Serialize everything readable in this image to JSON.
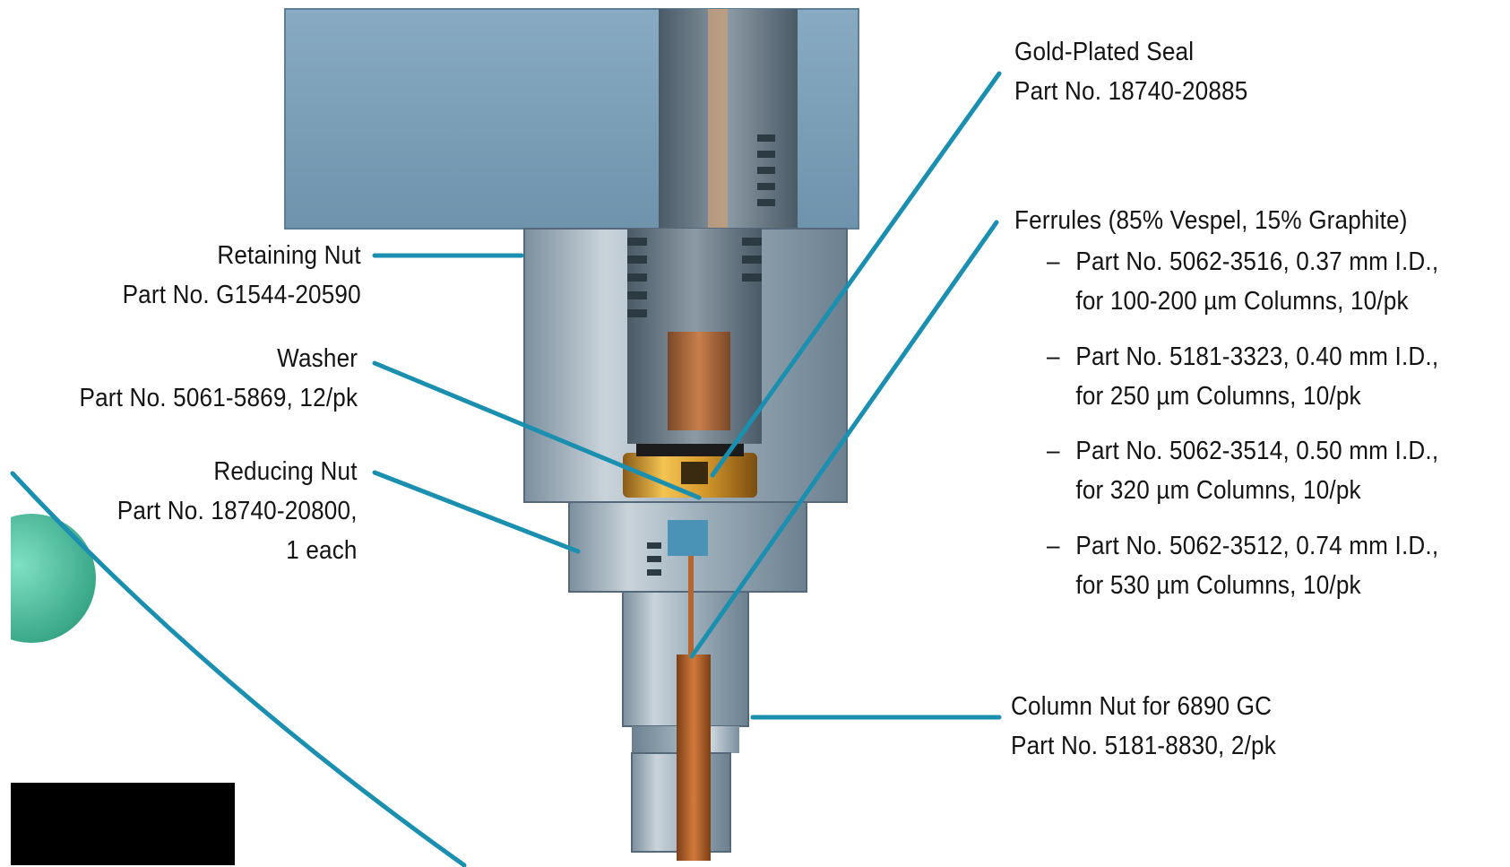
{
  "colors": {
    "leader_line": "#1a8fb0",
    "steel_light": "#b9c6d0",
    "steel_mid": "#8ea1ae",
    "steel_dark": "#5d7080",
    "block_blue": "#7fa3bb",
    "gold_ring": "#d6a13a",
    "copper_column": "#b5652f",
    "green_sphere": "#4fc0a0",
    "black_box": "#000000"
  },
  "labels": {
    "gold_seal": {
      "line1": "Gold-Plated Seal",
      "line2": "Part No. 18740-20885"
    },
    "retaining_nut": {
      "line1": "Retaining Nut",
      "line2": "Part No. G1544-20590"
    },
    "washer": {
      "line1": "Washer",
      "line2": "Part No. 5061-5869, 12/pk"
    },
    "reducing_nut": {
      "line1": "Reducing Nut",
      "line2": "Part No. 18740-20800,",
      "line3": "1 each"
    },
    "ferrules": {
      "title": "Ferrules (85% Vespel, 15% Graphite)",
      "items": [
        {
          "line1": "Part No. 5062-3516, 0.37 mm I.D.,",
          "line2": "for 100-200 µm Columns, 10/pk"
        },
        {
          "line1": "Part No. 5181-3323, 0.40 mm I.D.,",
          "line2": "for 250 µm Columns, 10/pk"
        },
        {
          "line1": "Part No. 5062-3514, 0.50 mm I.D.,",
          "line2": "for 320 µm Columns, 10/pk"
        },
        {
          "line1": "Part No. 5062-3512, 0.74 mm I.D.,",
          "line2": "for 530 µm Columns, 10/pk"
        }
      ],
      "dash": "–"
    },
    "column_nut": {
      "line1": "Column Nut for 6890 GC",
      "line2": "Part No. 5181-8830, 2/pk"
    }
  }
}
